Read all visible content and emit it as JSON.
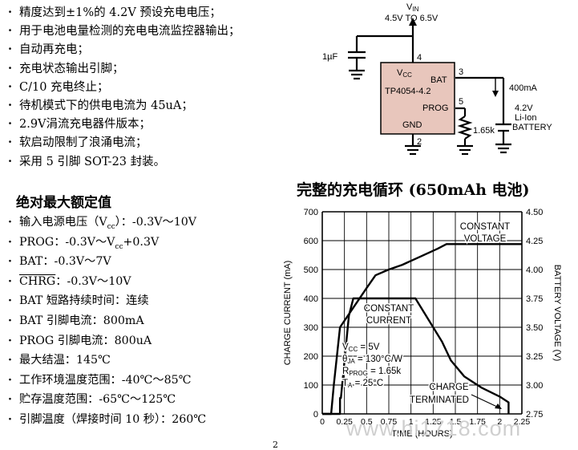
{
  "features": [
    "精度达到±1%的 4.2V 预设充电电压；",
    "用于电池电量检测的充电电流监控器输出；",
    "自动再充电；",
    "充电状态输出引脚；",
    "C/10 充电终止；",
    "待机模式下的供电电流为 45uA；",
    "2.9V涓流充电器件版本；",
    "软启动限制了浪涌电流；",
    "采用 5 引脚 SOT-23 封装。"
  ],
  "abs_max": {
    "title": "绝对最大额定值",
    "items": [
      {
        "pre": "输入电源电压（V",
        "sub": "cc",
        "post": "）：-0.3V～10V"
      },
      {
        "pre": "PROG：-0.3V～V",
        "sub": "cc",
        "post": "+0.3V"
      },
      {
        "pre": "BAT：-0.3V～7V"
      },
      {
        "over": "CHRG",
        "post": "：-0.3V～10V"
      },
      {
        "pre": "BAT 短路持续时间：连续"
      },
      {
        "pre": "BAT 引脚电流：800mA"
      },
      {
        "pre": "PROG 引脚电流：800uA"
      },
      {
        "pre": "最大结温：145℃"
      },
      {
        "pre": "工作环境温度范围：-40℃～85℃"
      },
      {
        "pre": "贮存温度范围：-65℃～125℃"
      },
      {
        "pre": "引脚温度（焊接时间 10 秒）：260℃"
      }
    ]
  },
  "page_number": "2",
  "circuit": {
    "vin_label": "V",
    "vin_sub": "IN",
    "vin_range": "4.5V TO 6.5V",
    "cap_label": "1µF",
    "chip_name": "TP4054-4.2",
    "pin_vcc": "V",
    "pin_vcc_sub": "CC",
    "pin_bat": "BAT",
    "pin_prog": "PROG",
    "pin_gnd": "GND",
    "pin4": "4",
    "pin3": "3",
    "pin5": "5",
    "pin2": "2",
    "res_label": "1.65k",
    "current_label": "400mA",
    "bat_v": "4.2V",
    "bat_type": "Li-Ion",
    "bat_word": "BATTERY",
    "chip_color": "#e8c6bc"
  },
  "chart_data": {
    "type": "line",
    "title": "完整的充电循环 (650mAh 电池)",
    "xlabel": "TIME (HOURS)",
    "ylabel_left": "CHARGE CURRENT (mA)",
    "ylabel_right": "BATTERY VOLTAGE (V)",
    "xlim": [
      0,
      2.25
    ],
    "ylim_left": [
      0,
      700
    ],
    "ylim_right": [
      2.75,
      4.5
    ],
    "xticks": [
      "0",
      "0.25",
      "0.5",
      "0.75",
      "1",
      "1.25",
      "1.5",
      "1.75",
      "2",
      "2.25"
    ],
    "yticks_left": [
      "0",
      "100",
      "200",
      "300",
      "400",
      "500",
      "600",
      "700"
    ],
    "yticks_right": [
      "2.75",
      "3.00",
      "3.25",
      "3.50",
      "3.75",
      "4.00",
      "4.25",
      "4.50"
    ],
    "grid": true,
    "series": [
      {
        "name": "CHARGE CURRENT",
        "axis": "left",
        "x": [
          0,
          0.2,
          0.2,
          0.21,
          0.3,
          0.35,
          1.05,
          1.15,
          1.25,
          1.35,
          1.45,
          1.6,
          1.8,
          2.0,
          2.1,
          2.1
        ],
        "y": [
          0,
          0,
          55,
          55,
          340,
          400,
          400,
          350,
          300,
          250,
          185,
          130,
          90,
          60,
          40,
          0
        ]
      },
      {
        "name": "BATTERY VOLTAGE",
        "axis": "right",
        "x": [
          0,
          0.1,
          0.13,
          0.2,
          0.5,
          0.6,
          0.75,
          0.9,
          1.1,
          1.3,
          1.4,
          2.25
        ],
        "y": [
          2.75,
          2.75,
          3.0,
          3.5,
          3.84,
          3.95,
          4.0,
          4.04,
          4.11,
          4.18,
          4.22,
          4.22
        ]
      }
    ],
    "annotations": [
      {
        "text": "CONSTANT"
      },
      {
        "text": "VOLTAGE"
      },
      {
        "text": "CONSTANT"
      },
      {
        "text": "CURRENT"
      },
      {
        "main": "V",
        "sub": "CC",
        "post": " = 5V"
      },
      {
        "main": "θ",
        "sub": "JA",
        "post": " = 130°C/W"
      },
      {
        "main": "R",
        "sub": "PROG",
        "post": " = 1.65k"
      },
      {
        "main": "T",
        "sub": "A",
        "post": " = 25°C"
      },
      {
        "text": "CHARGE"
      },
      {
        "text": "TERMINATED"
      }
    ]
  },
  "watermark": "www.hi1718.com"
}
